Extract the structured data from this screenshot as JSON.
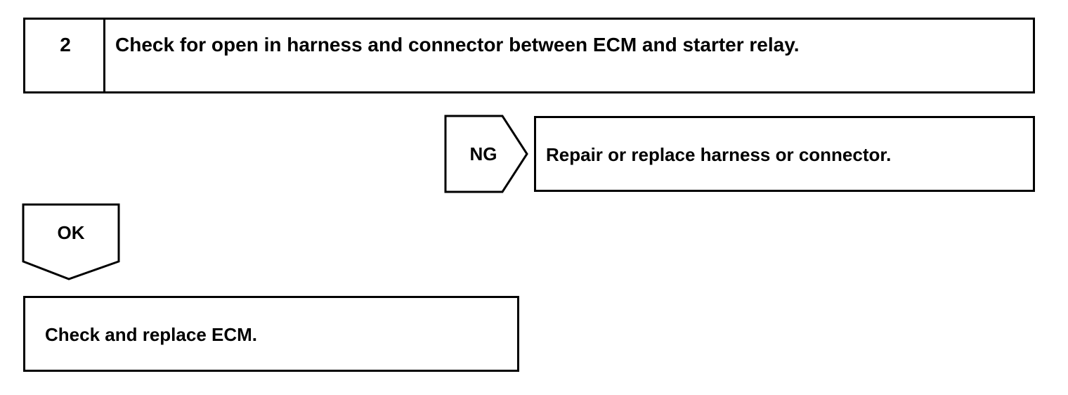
{
  "step": {
    "number": "2",
    "title": "Check for open in harness and connector between ECM and starter relay."
  },
  "ng_branch": {
    "label": "NG",
    "action": "Repair or replace harness or connector."
  },
  "ok_branch": {
    "label": "OK",
    "action": "Check and replace ECM."
  },
  "colors": {
    "line": "#000000",
    "background": "#ffffff"
  }
}
